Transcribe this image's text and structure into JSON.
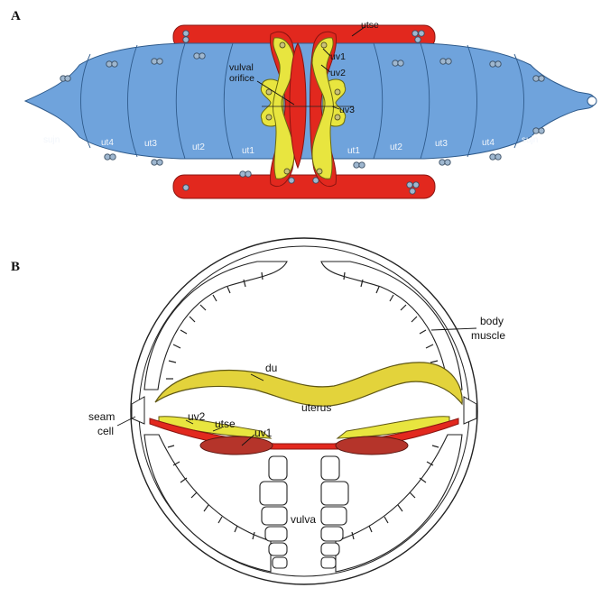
{
  "panels": {
    "a": {
      "letter": "A",
      "labels": {
        "utse": "utse",
        "uv1": "uv1",
        "uv2": "uv2",
        "uv3": "uv3",
        "vulval_orifice_line1": "vulval",
        "vulval_orifice_line2": "orifice",
        "sujn_left": "sujn",
        "sujn_right": "sujn",
        "ut4_left": "ut4",
        "ut3_left": "ut3",
        "ut2_left": "ut2",
        "ut1_left": "ut1",
        "ut1_right": "ut1",
        "ut2_right": "ut2",
        "ut3_right": "ut3",
        "ut4_right": "ut4"
      }
    },
    "b": {
      "letter": "B",
      "labels": {
        "body_muscle_line1": "body",
        "body_muscle_line2": "muscle",
        "du": "du",
        "uterus": "uterus",
        "seam_cell_line1": "seam",
        "seam_cell_line2": "cell",
        "uv2": "uv2",
        "utse": "utse",
        "uv1": "uv1",
        "vulva": "vulva"
      }
    }
  },
  "colors": {
    "uterus_blue": "#6fa3dc",
    "utse_red": "#e2281e",
    "uv_yellow": "#e8e53f",
    "du_yellow": "#e3d33b",
    "uv1_dark_red": "#b5342a",
    "outline": "#222222"
  }
}
